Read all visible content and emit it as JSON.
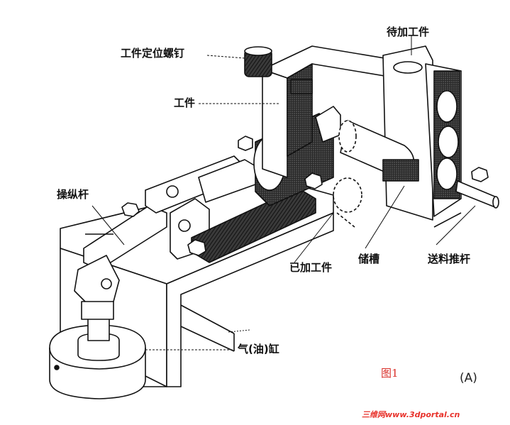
{
  "labels": {
    "workpiece_positioning_screw": "工件定位螺钉",
    "workpiece": "工件",
    "pending_workpiece": "待加工件",
    "control_lever": "操纵杆",
    "processed_workpiece": "已加工件",
    "storage_slot": "储槽",
    "feed_push_rod": "送料推杆",
    "cylinder": "气(油)缸"
  },
  "figure_caption": "图1",
  "figure_letter": "(A)",
  "watermark": "三维网www.3dportal.cn",
  "colors": {
    "ink": "#111111",
    "caption": "#d9302a",
    "watermark": "#e8322b"
  }
}
